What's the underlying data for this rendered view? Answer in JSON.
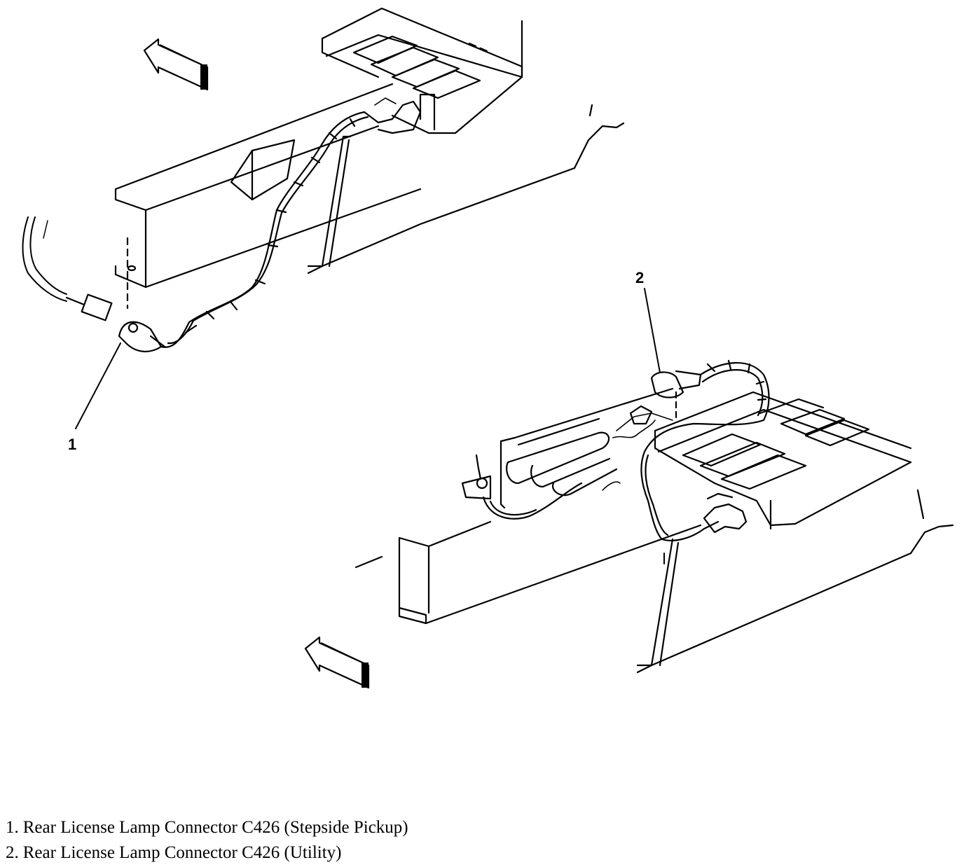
{
  "callouts": [
    {
      "number": "1"
    },
    {
      "number": "2"
    }
  ],
  "legend": [
    {
      "number": "1.",
      "text": "Rear License Lamp Connector C426 (Stepside Pickup)"
    },
    {
      "number": "2.",
      "text": "Rear License Lamp Connector C426 (Utility)"
    }
  ],
  "colors": {
    "ink": "#000000",
    "paper": "#ffffff"
  }
}
